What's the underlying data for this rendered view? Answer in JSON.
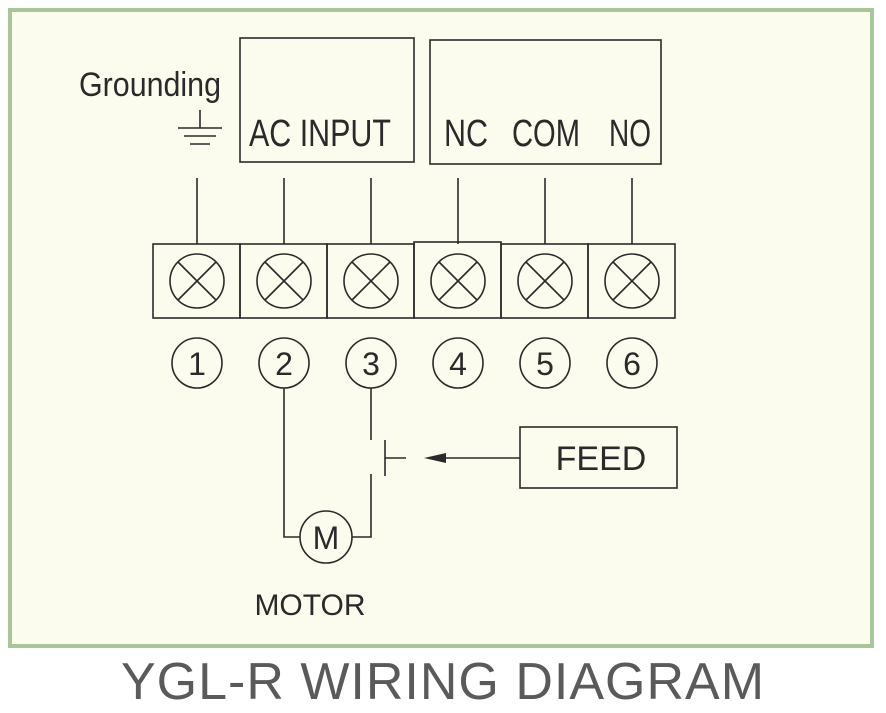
{
  "diagram": {
    "grounding_label": "Grounding",
    "ac_input_label": "AC INPUT",
    "nc_label": "NC",
    "com_label": "COM",
    "no_label": "NO",
    "terminals": [
      "1",
      "2",
      "3",
      "4",
      "5",
      "6"
    ],
    "feed_label": "FEED",
    "motor_symbol": "M",
    "motor_label": "MOTOR",
    "title": "YGL-R WIRING DIAGRAM",
    "colors": {
      "border": "#a9c59a",
      "background": "#fbfbee",
      "line": "#2a2a2a",
      "title": "#5a5a5a"
    },
    "icons": [
      "ground-icon",
      "terminal-screw-icon",
      "motor-icon",
      "switch-icon",
      "arrow-icon"
    ]
  }
}
